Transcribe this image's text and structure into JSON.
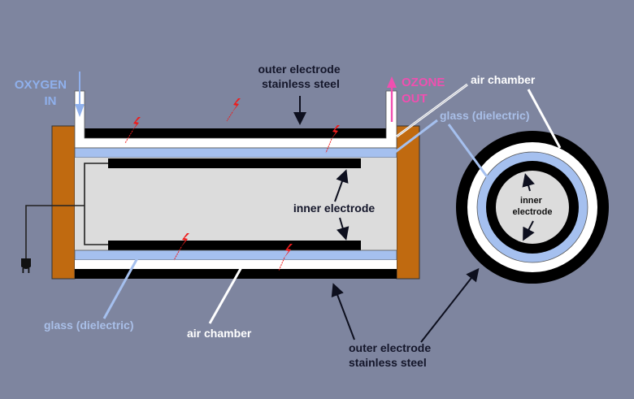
{
  "diagram": {
    "title": "Ozone generator (corona discharge tube) cross-section",
    "colors": {
      "background": "#7e859f",
      "electrode": "#000000",
      "air_chamber": "#ffffff",
      "glass": "#a5c0ef",
      "inner_fill": "#dcdcdc",
      "end_cap": "#c06a10",
      "spark": "#ee1c1c",
      "oxygen_arrow": "#8fb0ec",
      "ozone_arrow": "#f04fb0"
    },
    "labels": {
      "oxygen_in": [
        "OXYGEN",
        "IN"
      ],
      "ozone_out": [
        "OZONE",
        "OUT"
      ],
      "outer_electrode_top": [
        "outer electrode",
        "stainless steel"
      ],
      "outer_electrode_bottom": [
        "outer electrode",
        "stainless steel"
      ],
      "air_chamber_top": "air chamber",
      "air_chamber_bottom": "air chamber",
      "glass_top": "glass (dielectric)",
      "glass_bottom": "glass (dielectric)",
      "inner_electrode_side": "inner electrode",
      "inner_electrode_cross": [
        "inner",
        "electrode"
      ]
    },
    "icons": {
      "power_plug": "power-plug-icon",
      "spark": "lightning-spark-icon"
    },
    "spark_count": 5
  }
}
